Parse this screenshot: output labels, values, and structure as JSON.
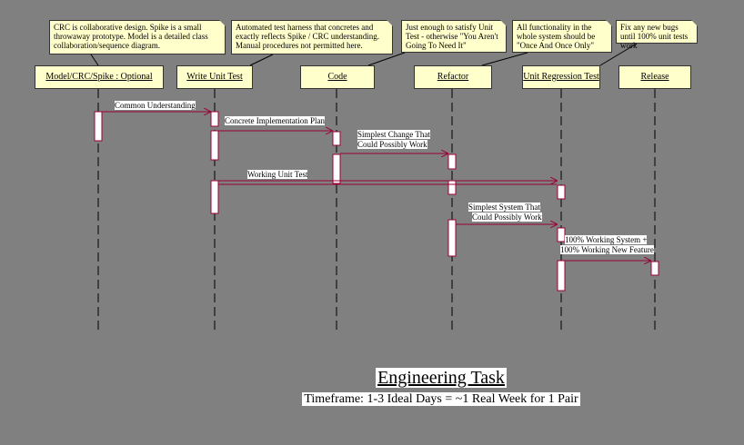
{
  "objects": {
    "model": "Model/CRC/Spike : Optional",
    "test": "Write Unit Test",
    "code": "Code",
    "refactor": "Refactor",
    "regression": "Unit Regression Test",
    "release": "Release"
  },
  "notes": {
    "crc": "CRC is collaborative design. Spike is a small throwaway prototype. Model is a detailed class collaboration/sequence diagram.",
    "harness": "Automated test harness that concretes and exactly reflects Spike / CRC understanding. Manual procedures not permitted here.",
    "enough": "Just enough to satisfy Unit Test - otherwise \"You Aren't Going To Need It\"",
    "whole": "All functionality in the whole system should be \"Once And Once Only\"",
    "bugs": "Fix any new bugs until 100% unit tests work"
  },
  "messages": {
    "m1": "Common Understanding",
    "m2": "Concrete Implementation Plan",
    "m3a": "Simplest Change That",
    "m3b": "Could Possibly Work",
    "m4": "Working Unit Test",
    "m5a": "Simplest System That",
    "m5b": "Could Possibly Work",
    "m6a": "100% Working System +",
    "m6b": "100% Working New Feature"
  },
  "footer": {
    "title": "Engineering Task",
    "subtitle": "Timeframe: 1-3 Ideal Days = ~1 Real Week for 1 Pair"
  },
  "colors": {
    "background": "#808080",
    "note": "#FFFFCC",
    "arrow": "#990033"
  }
}
